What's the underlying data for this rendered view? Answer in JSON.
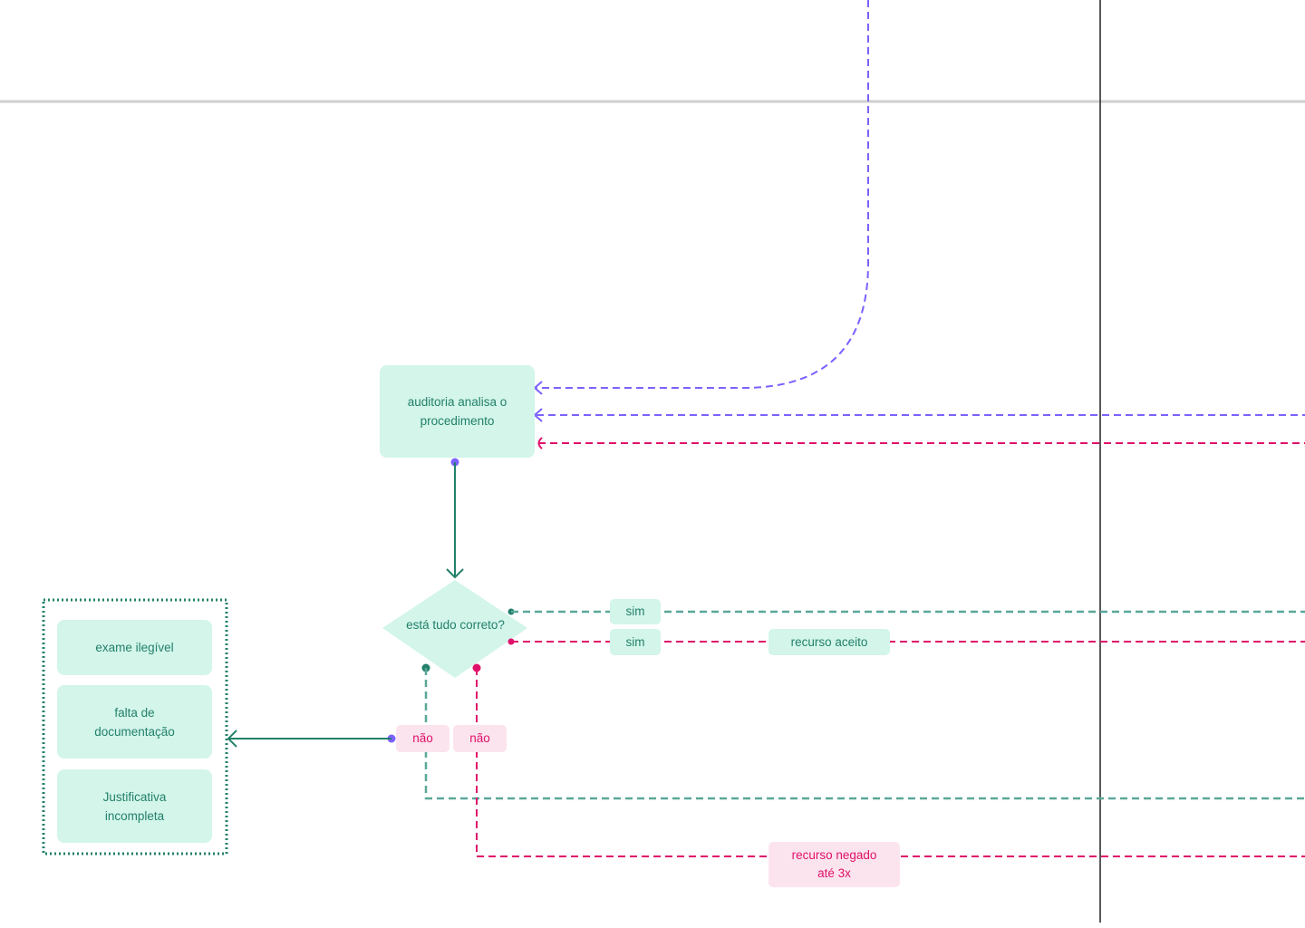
{
  "nodes": {
    "audit": "auditoria analisa o procedimento",
    "decision": "está tudo correto?",
    "reasons": [
      "exame ilegível",
      "falta de documentação",
      "Justificativa incompleta"
    ]
  },
  "labels": {
    "sim_green": "sim",
    "sim_pink": "sim",
    "accepted": "recurso aceito",
    "nao_green": "não",
    "nao_pink": "não",
    "denied": "recurso negado até 3x"
  },
  "colors": {
    "teal": "#23806a",
    "node_fill": "#d3f5ea",
    "pink": "#e0116a",
    "pink_fill": "#fce4ee",
    "purple": "#7b61ff"
  }
}
